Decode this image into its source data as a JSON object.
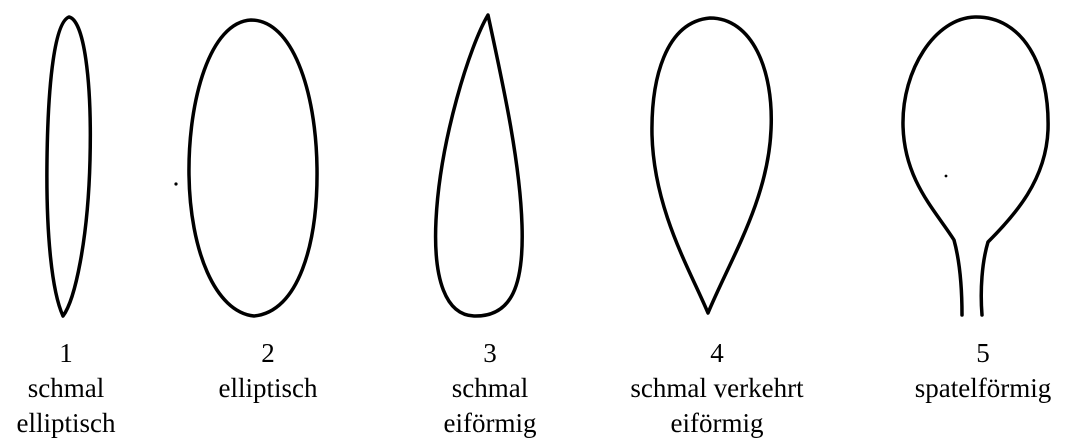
{
  "shapes": [
    {
      "number": "1",
      "name_lines": [
        "schmal",
        "elliptisch"
      ]
    },
    {
      "number": "2",
      "name_lines": [
        "elliptisch"
      ]
    },
    {
      "number": "3",
      "name_lines": [
        "schmal",
        "eiförmig"
      ]
    },
    {
      "number": "4",
      "name_lines": [
        "schmal verkehrt",
        "eiförmig"
      ]
    },
    {
      "number": "5",
      "name_lines": [
        "spatelförmig"
      ]
    }
  ],
  "colors": {
    "stroke": "#000000",
    "background": "#ffffff"
  }
}
